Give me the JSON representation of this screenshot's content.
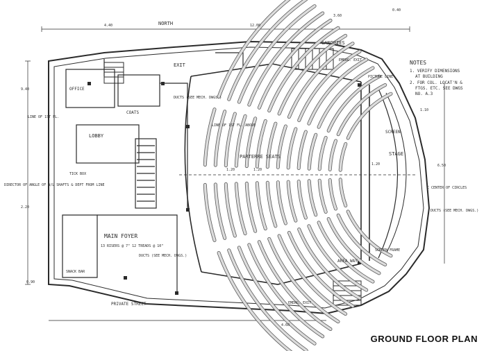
{
  "caption": "GROUND FLOOR PLAN",
  "labels": {
    "north": "NORTH",
    "exit": "EXIT",
    "canopies": "CANOPIES",
    "notes_title": "NOTES",
    "note_1": "1. VERIFY DIMENSIONS",
    "note_1b": "AT BUILDING",
    "note_2": "2. FOR COL. LOCAT'N &",
    "note_2b": "FTGS. ETC. SEE DWGS",
    "note_2c": "NO. A.3",
    "picture_line": "PICTURE LINE",
    "screen": "SCREEN",
    "stage": "STAGE",
    "parterre_seats": "PARTERRE SEATS",
    "line_first_floor": "LINE OF 1ST FL. ABOVE",
    "line_first_fl_left": "LINE OF 1ST FL.",
    "lobby": "LOBBY",
    "tick_box": "TICK BOX",
    "main_foyer": "MAIN FOYER",
    "stairs": "13 RISERS @ 7\" 12 TREADS @ 10\"",
    "ducts_left": "DUCTS (SEE MECH. DWGS.)",
    "ducts_center": "DUCTS (SEE MECH. DWGS.)",
    "ducts_right": "DUCTS (SEE MECH. DWGS.)",
    "snack_bar": "SNACK BAR",
    "private_street": "PRIVATE STREET",
    "area_way": "AREA WAY",
    "screen_frame": "SCREEN FRAME",
    "director_note": "DIRECTOR OF ANGLE OF W/L SHAFTS & DEPT FROM LINE",
    "coats": "COATS",
    "office": "OFFICE",
    "emerg_exit_top": "EMERG. EXIT",
    "emerg_exit_bottom": "EMERG. EXIT",
    "center_of_circles": "C CENTER OF CIRCLES"
  },
  "dimensions": {
    "top_1": "4.40",
    "top_2": "0.40",
    "top_3": "3.60",
    "top_4": "12.00",
    "left_1": "9.40",
    "left_2": "2.20",
    "right_1": "6.50",
    "right_2": "1.10",
    "bottom_1": "4.60",
    "bottom_2": "0.90",
    "aisle_1": "1.20",
    "aisle_2": "1.20",
    "aisle_3": "1.20"
  },
  "colors": {
    "ink": "#2a2a2a",
    "seat_fill": "#dcdcdc",
    "seat_stroke": "#5a5a5a",
    "paper": "#ffffff"
  }
}
